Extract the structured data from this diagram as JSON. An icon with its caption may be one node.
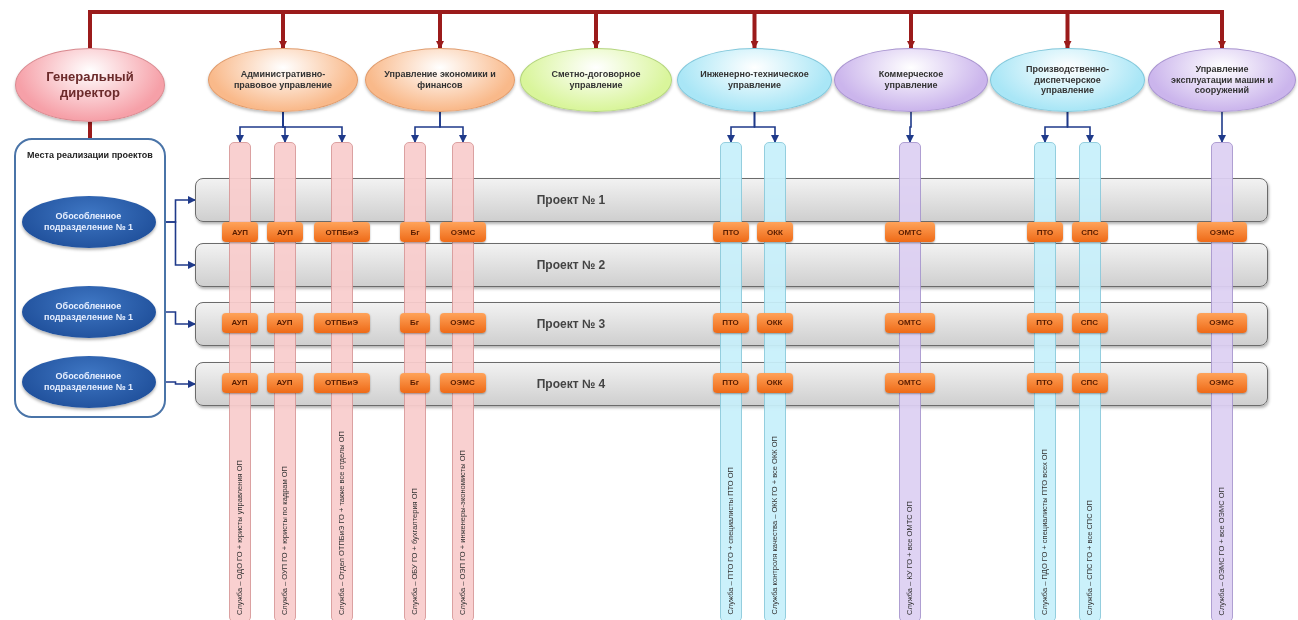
{
  "diagram": {
    "nodes": [
      {
        "text": [
          "Генеральный директор"
        ]
      },
      {
        "text": [
          "Административно-правовое управление"
        ]
      },
      {
        "text": [
          "Управление экономики и финансов"
        ]
      },
      {
        "text": [
          "Сметно-договорное управление"
        ]
      },
      {
        "text": [
          "Инженерно-техническое управление"
        ]
      },
      {
        "text": [
          "Коммерческое управление"
        ]
      },
      {
        "text": [
          "Производственно-диспетчерское управление"
        ]
      },
      {
        "text": [
          "Управление эксплуатации машин и сооружений"
        ]
      },
      {
        "text": [
          "Места реализации проектов"
        ]
      },
      {
        "text": [
          "Обособленное подразделение № 1"
        ],
        "in": 8
      },
      {
        "text": [
          "Обособленное подразделение № 1"
        ],
        "in": 8
      },
      {
        "text": [
          "Обособленное подразделение № 1"
        ],
        "in": 8
      },
      {
        "text": [
          "Проект № 1"
        ]
      },
      {
        "text": [
          "Проект № 2"
        ]
      },
      {
        "text": [
          "Проект № 3"
        ]
      },
      {
        "text": [
          "Проект № 4"
        ]
      },
      {
        "text": [
          "Служба – ОДО ГО + юристы управления ОП"
        ]
      },
      {
        "text": [
          "Служба – ОУП ГО + юристы по кадрам ОП"
        ]
      },
      {
        "text": [
          "Служба – Отдел ОТПБиЭ ГО + также все отделы ОП"
        ]
      },
      {
        "text": [
          "Служба – ОБУ ГО + бухгалтерия ОП"
        ]
      },
      {
        "text": [
          "Служба – ОЭП ГО + инженеры-экономисты ОП"
        ]
      },
      {
        "text": [
          "Служба – ПТО ГО + специалисты ПТО ОП"
        ]
      },
      {
        "text": [
          "Служба контроля качества – ОКК ГО + все ОКК ОП"
        ]
      },
      {
        "text": [
          "Служба – КУ ГО + все ОМТС ОП"
        ]
      },
      {
        "text": [
          "Служба – ПДО ГО + специалисты ПТО всех ОП"
        ]
      },
      {
        "text": [
          "Служба – СПС ГО + все СПС ОП"
        ]
      },
      {
        "text": [
          "Служба – ОЭМС ГО + все ОЭМС ОП"
        ]
      },
      {
        "text": [
          "АУП"
        ]
      },
      {
        "text": [
          "АУП"
        ]
      },
      {
        "text": [
          "ОТПБиЭ"
        ]
      },
      {
        "text": [
          "Бг"
        ]
      },
      {
        "text": [
          "ОЭМС"
        ]
      },
      {
        "text": [
          "ПТО"
        ]
      },
      {
        "text": [
          "ОКК"
        ]
      },
      {
        "text": [
          "ОМТС"
        ]
      },
      {
        "text": [
          "ПТО"
        ]
      },
      {
        "text": [
          "СПС"
        ]
      },
      {
        "text": [
          "ОЭМС"
        ]
      },
      {
        "text": [
          "АУП"
        ],
        "in": 14
      },
      {
        "text": [
          "АУП"
        ],
        "in": 14
      },
      {
        "text": [
          "ОТПБиЭ"
        ],
        "in": 14
      },
      {
        "text": [
          "Бг"
        ],
        "in": 14
      },
      {
        "text": [
          "ОЭМС"
        ],
        "in": 14
      },
      {
        "text": [
          "ПТО"
        ],
        "in": 14
      },
      {
        "text": [
          "ОКК"
        ],
        "in": 14
      },
      {
        "text": [
          "ОМТС"
        ],
        "in": 14
      },
      {
        "text": [
          "ПТО"
        ],
        "in": 14
      },
      {
        "text": [
          "СПС"
        ],
        "in": 14
      },
      {
        "text": [
          "ОЭМС"
        ],
        "in": 14
      },
      {
        "text": [
          "АУП"
        ],
        "in": 15
      },
      {
        "text": [
          "АУП"
        ],
        "in": 15
      },
      {
        "text": [
          "ОТПБиЭ"
        ],
        "in": 15
      },
      {
        "text": [
          "Бг"
        ],
        "in": 15
      },
      {
        "text": [
          "ОЭМС"
        ],
        "in": 15
      },
      {
        "text": [
          "ПТО"
        ],
        "in": 15
      },
      {
        "text": [
          "ОКК"
        ],
        "in": 15
      },
      {
        "text": [
          "ОМТС"
        ],
        "in": 15
      },
      {
        "text": [
          "ПТО"
        ],
        "in": 15
      },
      {
        "text": [
          "СПС"
        ],
        "in": 15
      },
      {
        "text": [
          "ОЭМС"
        ],
        "in": 15
      }
    ],
    "edges": [
      {
        "from": 0,
        "to": 1,
        "arrow": "to",
        "style": "thick",
        "color": "#9b1b1b"
      },
      {
        "from": 0,
        "to": 2,
        "arrow": "to",
        "style": "thick",
        "color": "#9b1b1b"
      },
      {
        "from": 0,
        "to": 3,
        "arrow": "to",
        "style": "thick",
        "color": "#9b1b1b"
      },
      {
        "from": 0,
        "to": 4,
        "arrow": "to",
        "style": "thick",
        "color": "#9b1b1b"
      },
      {
        "from": 0,
        "to": 5,
        "arrow": "to",
        "style": "thick",
        "color": "#9b1b1b"
      },
      {
        "from": 0,
        "to": 6,
        "arrow": "to",
        "style": "thick",
        "color": "#9b1b1b"
      },
      {
        "from": 0,
        "to": 7,
        "arrow": "to",
        "style": "thick",
        "color": "#9b1b1b"
      },
      {
        "from": 0,
        "to": 8,
        "arrow": "none",
        "style": "thick",
        "color": "#9b1b1b"
      },
      {
        "from": 1,
        "to": 16,
        "arrow": "to"
      },
      {
        "from": 1,
        "to": 17,
        "arrow": "to"
      },
      {
        "from": 1,
        "to": 18,
        "arrow": "to"
      },
      {
        "from": 2,
        "to": 19,
        "arrow": "to"
      },
      {
        "from": 2,
        "to": 20,
        "arrow": "to"
      },
      {
        "from": 4,
        "to": 21,
        "arrow": "to"
      },
      {
        "from": 4,
        "to": 22,
        "arrow": "to"
      },
      {
        "from": 5,
        "to": 23,
        "arrow": "to"
      },
      {
        "from": 6,
        "to": 24,
        "arrow": "to"
      },
      {
        "from": 6,
        "to": 25,
        "arrow": "to"
      },
      {
        "from": 7,
        "to": 26,
        "arrow": "to"
      },
      {
        "from": 9,
        "to": 12,
        "arrow": "to"
      },
      {
        "from": 9,
        "to": 13,
        "arrow": "to"
      },
      {
        "from": 10,
        "to": 14,
        "arrow": "to"
      },
      {
        "from": 11,
        "to": 15,
        "arrow": "to"
      }
    ]
  }
}
